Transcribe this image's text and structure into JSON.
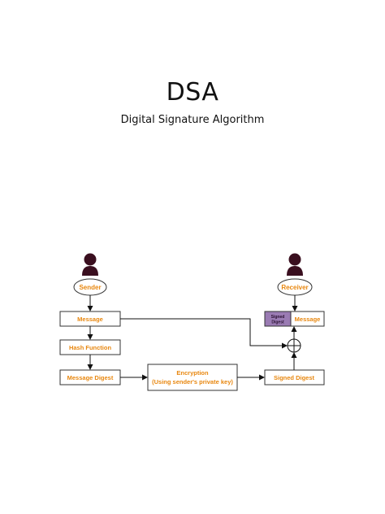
{
  "header": {
    "title": "DSA",
    "subtitle": "Digital Signature Algorithm"
  },
  "diagram": {
    "sender": "Sender",
    "receiver": "Receiver",
    "message": "Message",
    "hash_function": "Hash Function",
    "message_digest": "Message Digest",
    "encryption_line1": "Encryption",
    "encryption_line2": "(Using sender's private key)",
    "signed_digest": "Signed Digest",
    "receiver_signed_line1": "Signed",
    "receiver_signed_line2": "Digest",
    "receiver_message": "Message"
  },
  "colors": {
    "label": "#e8870f",
    "person": "#3a0f1f",
    "signed_fill": "#9a7bb3",
    "box_border": "#444444"
  }
}
